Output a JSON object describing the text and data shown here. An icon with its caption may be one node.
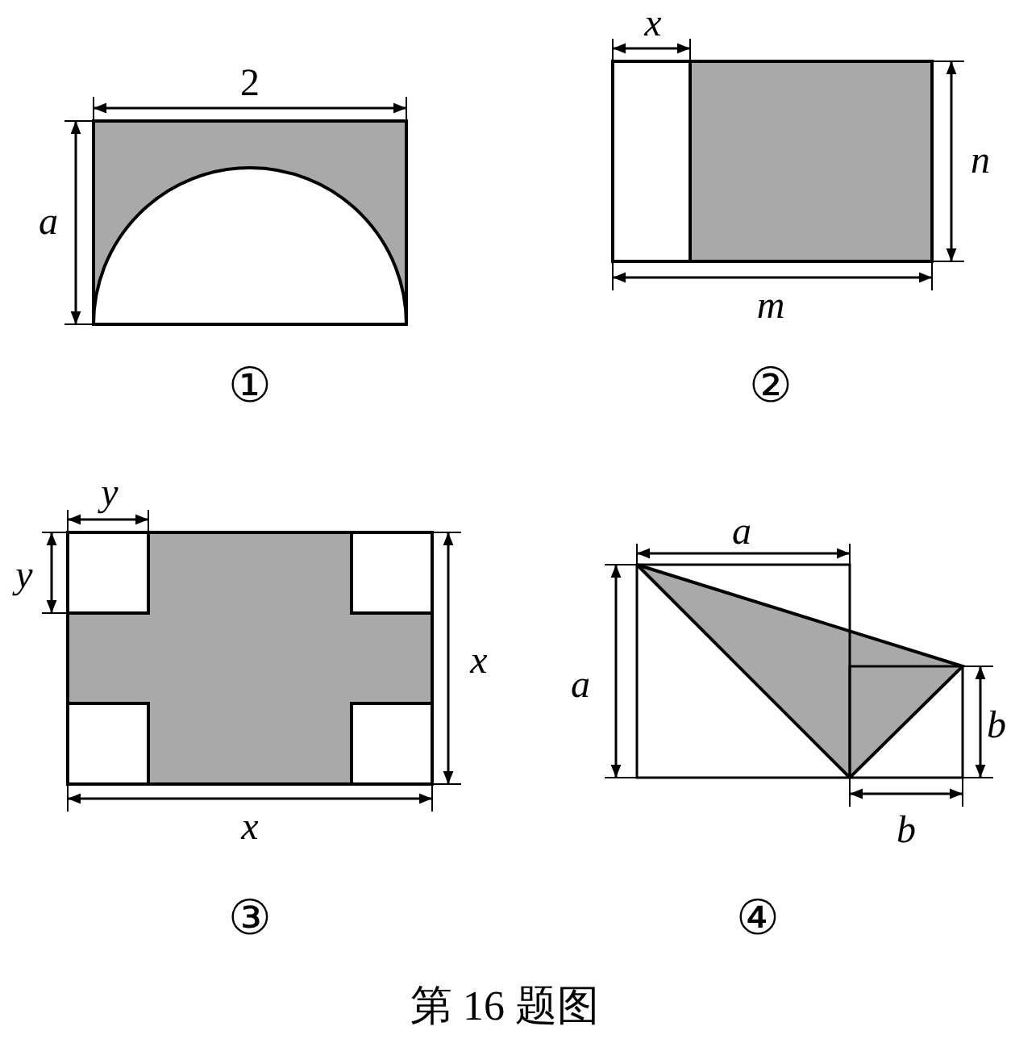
{
  "diagram": {
    "caption": "第 16 题图",
    "labels": [
      "2",
      "a",
      "①",
      "x",
      "n",
      "m",
      "②",
      "y",
      "y",
      "x",
      "x",
      "③",
      "a",
      "a",
      "b",
      "b",
      "④"
    ]
  }
}
